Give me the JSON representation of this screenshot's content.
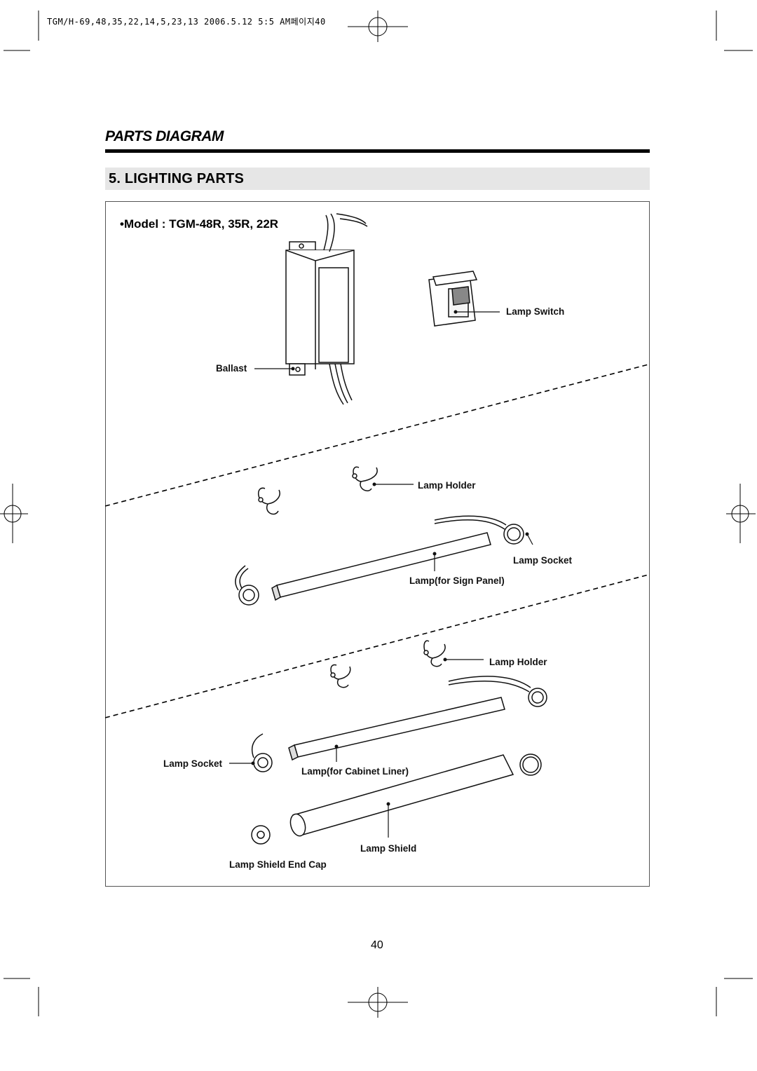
{
  "header": {
    "print_info": "TGM/H-69,48,35,22,14,5,23,13  2006.5.12 5:5 AM페이지40"
  },
  "section": {
    "title": "PARTS DIAGRAM",
    "subtitle": "5. LIGHTING PARTS"
  },
  "figure": {
    "model_label": "•Model : TGM-48R, 35R, 22R",
    "callouts": {
      "lamp_switch": "Lamp Switch",
      "ballast": "Ballast",
      "lamp_holder_top": "Lamp Holder",
      "lamp_socket_top": "Lamp Socket",
      "lamp_sign_panel": "Lamp(for Sign Panel)",
      "lamp_holder_bottom": "Lamp Holder",
      "lamp_socket_bottom": "Lamp Socket",
      "lamp_cabinet_liner": "Lamp(for Cabinet Liner)",
      "lamp_shield": "Lamp Shield",
      "lamp_shield_end_cap": "Lamp Shield End Cap"
    }
  },
  "footer": {
    "page_number": "40"
  }
}
